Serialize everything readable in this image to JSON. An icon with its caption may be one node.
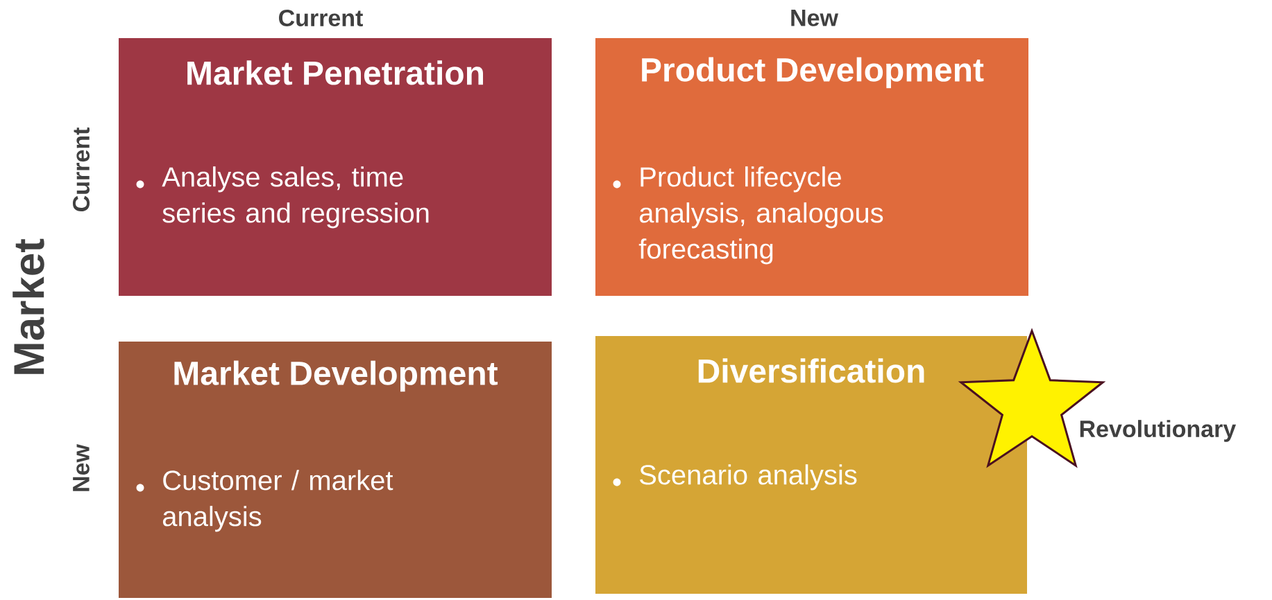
{
  "diagram": {
    "nodes": [
      {
        "text": [
          "Market Penetration",
          "Analyse sales, time series and regression"
        ]
      },
      {
        "text": [
          "Product Development",
          "Product lifecycle analysis, analogous forecasting"
        ]
      },
      {
        "text": [
          "Market Development",
          "Customer / market analysis"
        ]
      },
      {
        "text": [
          "Diversification",
          "Scenario analysis"
        ]
      },
      {
        "text": [],
        "shape": "star",
        "beside": [
          "Revolutionary"
        ]
      }
    ],
    "labels": [
      "Current",
      "New",
      "Current",
      "New",
      "Market"
    ]
  }
}
